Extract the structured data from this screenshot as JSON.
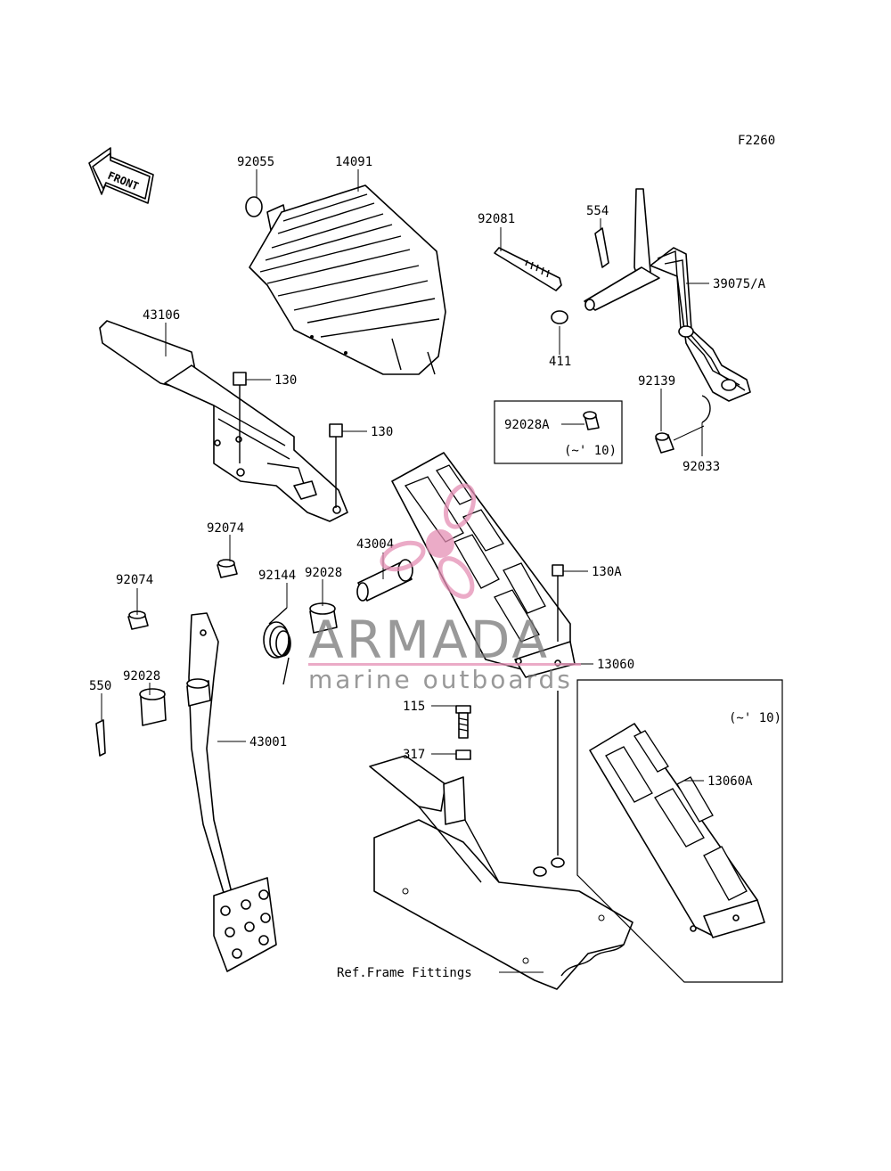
{
  "figure_code": "F2260",
  "front_arrow": "FRONT",
  "callouts": [
    {
      "id": "c-92055",
      "label": "92055"
    },
    {
      "id": "c-14091",
      "label": "14091"
    },
    {
      "id": "c-92081",
      "label": "92081"
    },
    {
      "id": "c-554",
      "label": "554"
    },
    {
      "id": "c-39075a",
      "label": "39075/A"
    },
    {
      "id": "c-411",
      "label": "411"
    },
    {
      "id": "c-43106",
      "label": "43106"
    },
    {
      "id": "c-130-a",
      "label": "130"
    },
    {
      "id": "c-130-b",
      "label": "130"
    },
    {
      "id": "c-92028a",
      "label": "92028A"
    },
    {
      "id": "c-92139",
      "label": "92139"
    },
    {
      "id": "c-92033",
      "label": "92033"
    },
    {
      "id": "c-92074-a",
      "label": "92074"
    },
    {
      "id": "c-92074-b",
      "label": "92074"
    },
    {
      "id": "c-43004",
      "label": "43004"
    },
    {
      "id": "c-92144",
      "label": "92144"
    },
    {
      "id": "c-92028-a",
      "label": "92028"
    },
    {
      "id": "c-92028-b",
      "label": "92028"
    },
    {
      "id": "c-130a",
      "label": "130A"
    },
    {
      "id": "c-13060",
      "label": "13060"
    },
    {
      "id": "c-550",
      "label": "550"
    },
    {
      "id": "c-43001",
      "label": "43001"
    },
    {
      "id": "c-115",
      "label": "115"
    },
    {
      "id": "c-317",
      "label": "317"
    },
    {
      "id": "c-13060a",
      "label": "13060A"
    },
    {
      "id": "c-ref",
      "label": "Ref.Frame Fittings"
    }
  ],
  "notes": {
    "inset_small": "(~' 10)",
    "inset_large": "(~' 10)"
  },
  "watermark": {
    "brand": "ARMADA",
    "tagline": "marine outboards",
    "color": "#e58fb5"
  }
}
